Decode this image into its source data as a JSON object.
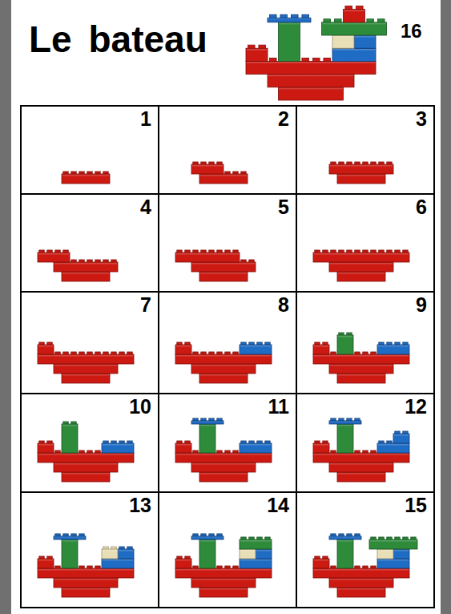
{
  "diagram": {
    "title": "Le bateau",
    "nodes": [
      {
        "text": [
          "1"
        ]
      },
      {
        "text": [
          "2"
        ]
      },
      {
        "text": [
          "3"
        ]
      },
      {
        "text": [
          "4"
        ]
      },
      {
        "text": [
          "5"
        ]
      },
      {
        "text": [
          "6"
        ]
      },
      {
        "text": [
          "7"
        ]
      },
      {
        "text": [
          "8"
        ]
      },
      {
        "text": [
          "9"
        ]
      },
      {
        "text": [
          "10"
        ]
      },
      {
        "text": [
          "11"
        ]
      },
      {
        "text": [
          "12"
        ]
      },
      {
        "text": [
          "13"
        ]
      },
      {
        "text": [
          "14"
        ]
      },
      {
        "text": [
          "15"
        ]
      }
    ],
    "labels": [
      "16"
    ]
  }
}
